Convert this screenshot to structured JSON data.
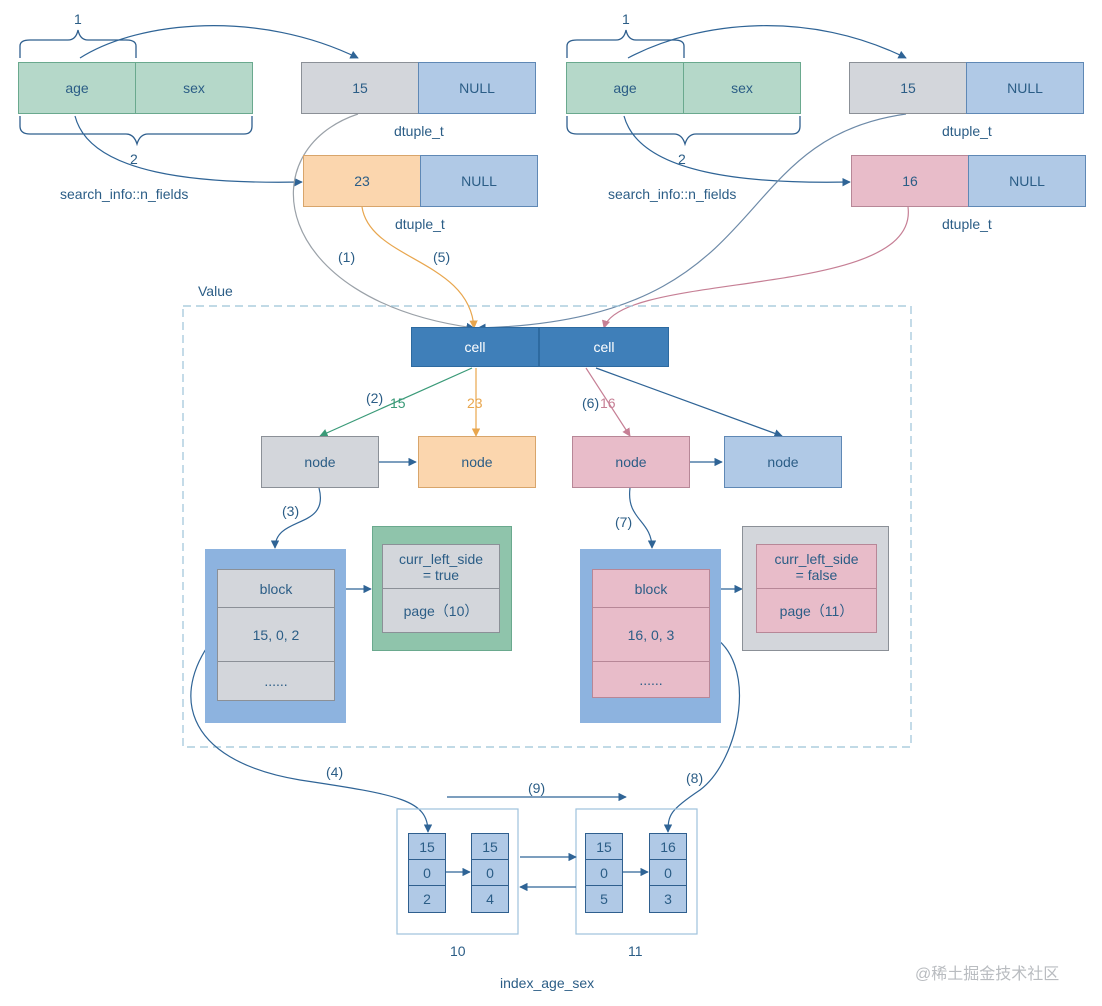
{
  "left_top": {
    "brace_top_label": "1",
    "brace_bottom_label": "2",
    "index_fields": [
      "age",
      "sex"
    ],
    "search_info_label": "search_info::n_fields",
    "tuple1": [
      "15",
      "NULL"
    ],
    "tuple1_label": "dtuple_t",
    "tuple2": [
      "23",
      "NULL"
    ],
    "tuple2_label": "dtuple_t"
  },
  "right_top": {
    "brace_top_label": "1",
    "brace_bottom_label": "2",
    "index_fields": [
      "age",
      "sex"
    ],
    "search_info_label": "search_info::n_fields",
    "tuple1": [
      "15",
      "NULL"
    ],
    "tuple1_label": "dtuple_t",
    "tuple2": [
      "16",
      "NULL"
    ],
    "tuple2_label": "dtuple_t"
  },
  "value_label": "Value",
  "cells": [
    "cell",
    "cell"
  ],
  "step_labels": {
    "s1": "(1)",
    "s2": "(2)",
    "s3": "(3)",
    "s4": "(4)",
    "s5": "(5)",
    "s6": "(6)",
    "s7": "(7)",
    "s8": "(8)",
    "s9": "(9)"
  },
  "hash_labels": {
    "h15": "15",
    "h23": "23",
    "h16": "16"
  },
  "nodes": [
    "node",
    "node",
    "node",
    "node"
  ],
  "left_block": {
    "rows": [
      "block",
      "15, 0, 2",
      "......"
    ],
    "side": "curr_left_side\n= true",
    "page": "page（10）"
  },
  "right_block": {
    "rows": [
      "block",
      "16, 0, 3",
      "......"
    ],
    "side": "curr_left_side\n= false",
    "page": "page（11）"
  },
  "pages": {
    "page10": {
      "col1": [
        "15",
        "0",
        "2"
      ],
      "col2": [
        "15",
        "0",
        "4"
      ],
      "label": "10"
    },
    "page11": {
      "col1": [
        "15",
        "0",
        "5"
      ],
      "col2": [
        "16",
        "0",
        "3"
      ],
      "label": "11"
    }
  },
  "index_label": "index_age_sex",
  "watermark": "@稀土掘金技术社区",
  "colors": {
    "green": "#b5d8c9",
    "gray": "#d3d6db",
    "blue": "#b0c9e6",
    "orange": "#fbd6ae",
    "pink": "#e8bcc9",
    "cell": "#3f7fb9",
    "block_bg": "#8db3df",
    "side_green": "#8fc4ab"
  }
}
